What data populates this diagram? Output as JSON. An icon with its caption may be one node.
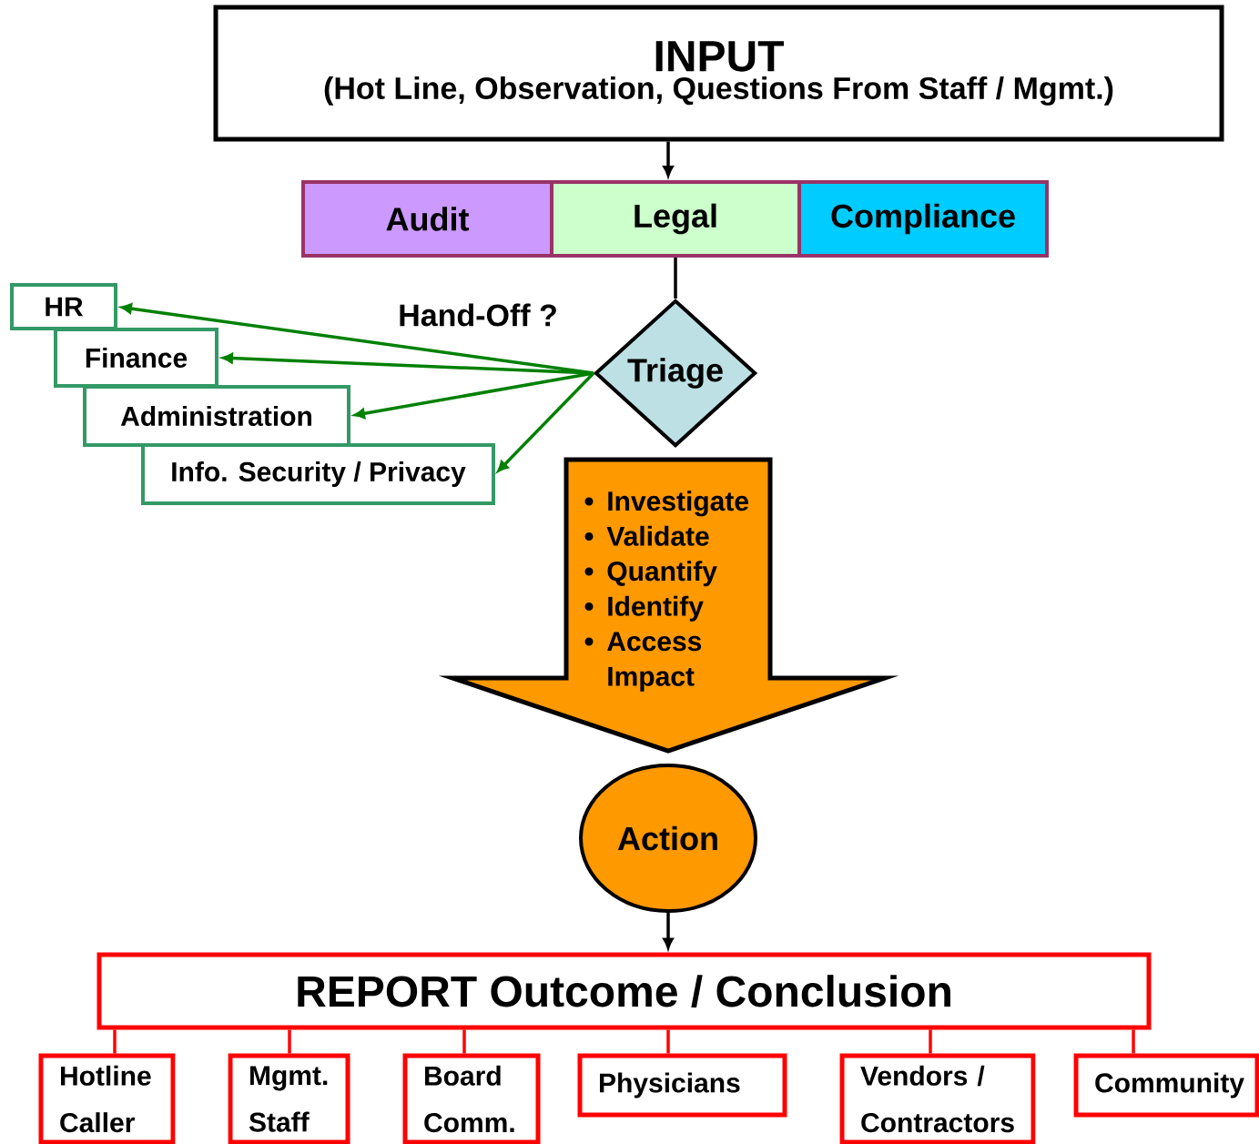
{
  "diagram": {
    "nodes": [
      {
        "text": [
          "INPUT",
          "(Hot Line, Observation, Questions From Staff / Mgmt.)"
        ]
      },
      {
        "text": [
          "Audit"
        ]
      },
      {
        "text": [
          "Legal"
        ]
      },
      {
        "text": [
          "Compliance"
        ]
      },
      {
        "text": [
          "Triage"
        ]
      },
      {
        "text": [
          "HR"
        ]
      },
      {
        "text": [
          "Finance"
        ]
      },
      {
        "text": [
          "Administration"
        ]
      },
      {
        "text": [
          "Info. Security / Privacy"
        ]
      },
      {
        "text": [
          "Investigate",
          "Validate",
          "Quantify",
          "Identify",
          "Access Impact"
        ]
      },
      {
        "text": [
          "Action"
        ]
      },
      {
        "text": [
          "REPORT Outcome / Conclusion"
        ]
      },
      {
        "text": [
          "Hotline Caller"
        ]
      },
      {
        "text": [
          "Mgmt. Staff"
        ]
      },
      {
        "text": [
          "Board Comm."
        ]
      },
      {
        "text": [
          "Physicians"
        ]
      },
      {
        "text": [
          "Vendors / Contractors"
        ]
      },
      {
        "text": [
          "Community"
        ]
      }
    ],
    "edges": [
      {
        "from": 0,
        "to": 2,
        "arrow": "to",
        "color": "#000000"
      },
      {
        "from": 2,
        "to": 4,
        "arrow": "none",
        "color": "#000000"
      },
      {
        "from": 4,
        "to": 5,
        "arrow": "to",
        "color": "#008000"
      },
      {
        "from": 4,
        "to": 6,
        "arrow": "to",
        "color": "#008000"
      },
      {
        "from": 4,
        "to": 7,
        "arrow": "to",
        "color": "#008000"
      },
      {
        "from": 4,
        "to": 8,
        "arrow": "to",
        "color": "#008000"
      },
      {
        "from": 10,
        "to": 11,
        "arrow": "to",
        "color": "#000000"
      },
      {
        "from": 11,
        "to": 12,
        "arrow": "none",
        "color": "#ff0000"
      },
      {
        "from": 11,
        "to": 13,
        "arrow": "none",
        "color": "#ff0000"
      },
      {
        "from": 11,
        "to": 14,
        "arrow": "none",
        "color": "#ff0000"
      },
      {
        "from": 11,
        "to": 15,
        "arrow": "none",
        "color": "#ff0000"
      },
      {
        "from": 11,
        "to": 16,
        "arrow": "none",
        "color": "#ff0000"
      },
      {
        "from": 11,
        "to": 17,
        "arrow": "none",
        "color": "#ff0000"
      }
    ],
    "labels": [
      "Hand-Off ?"
    ]
  }
}
